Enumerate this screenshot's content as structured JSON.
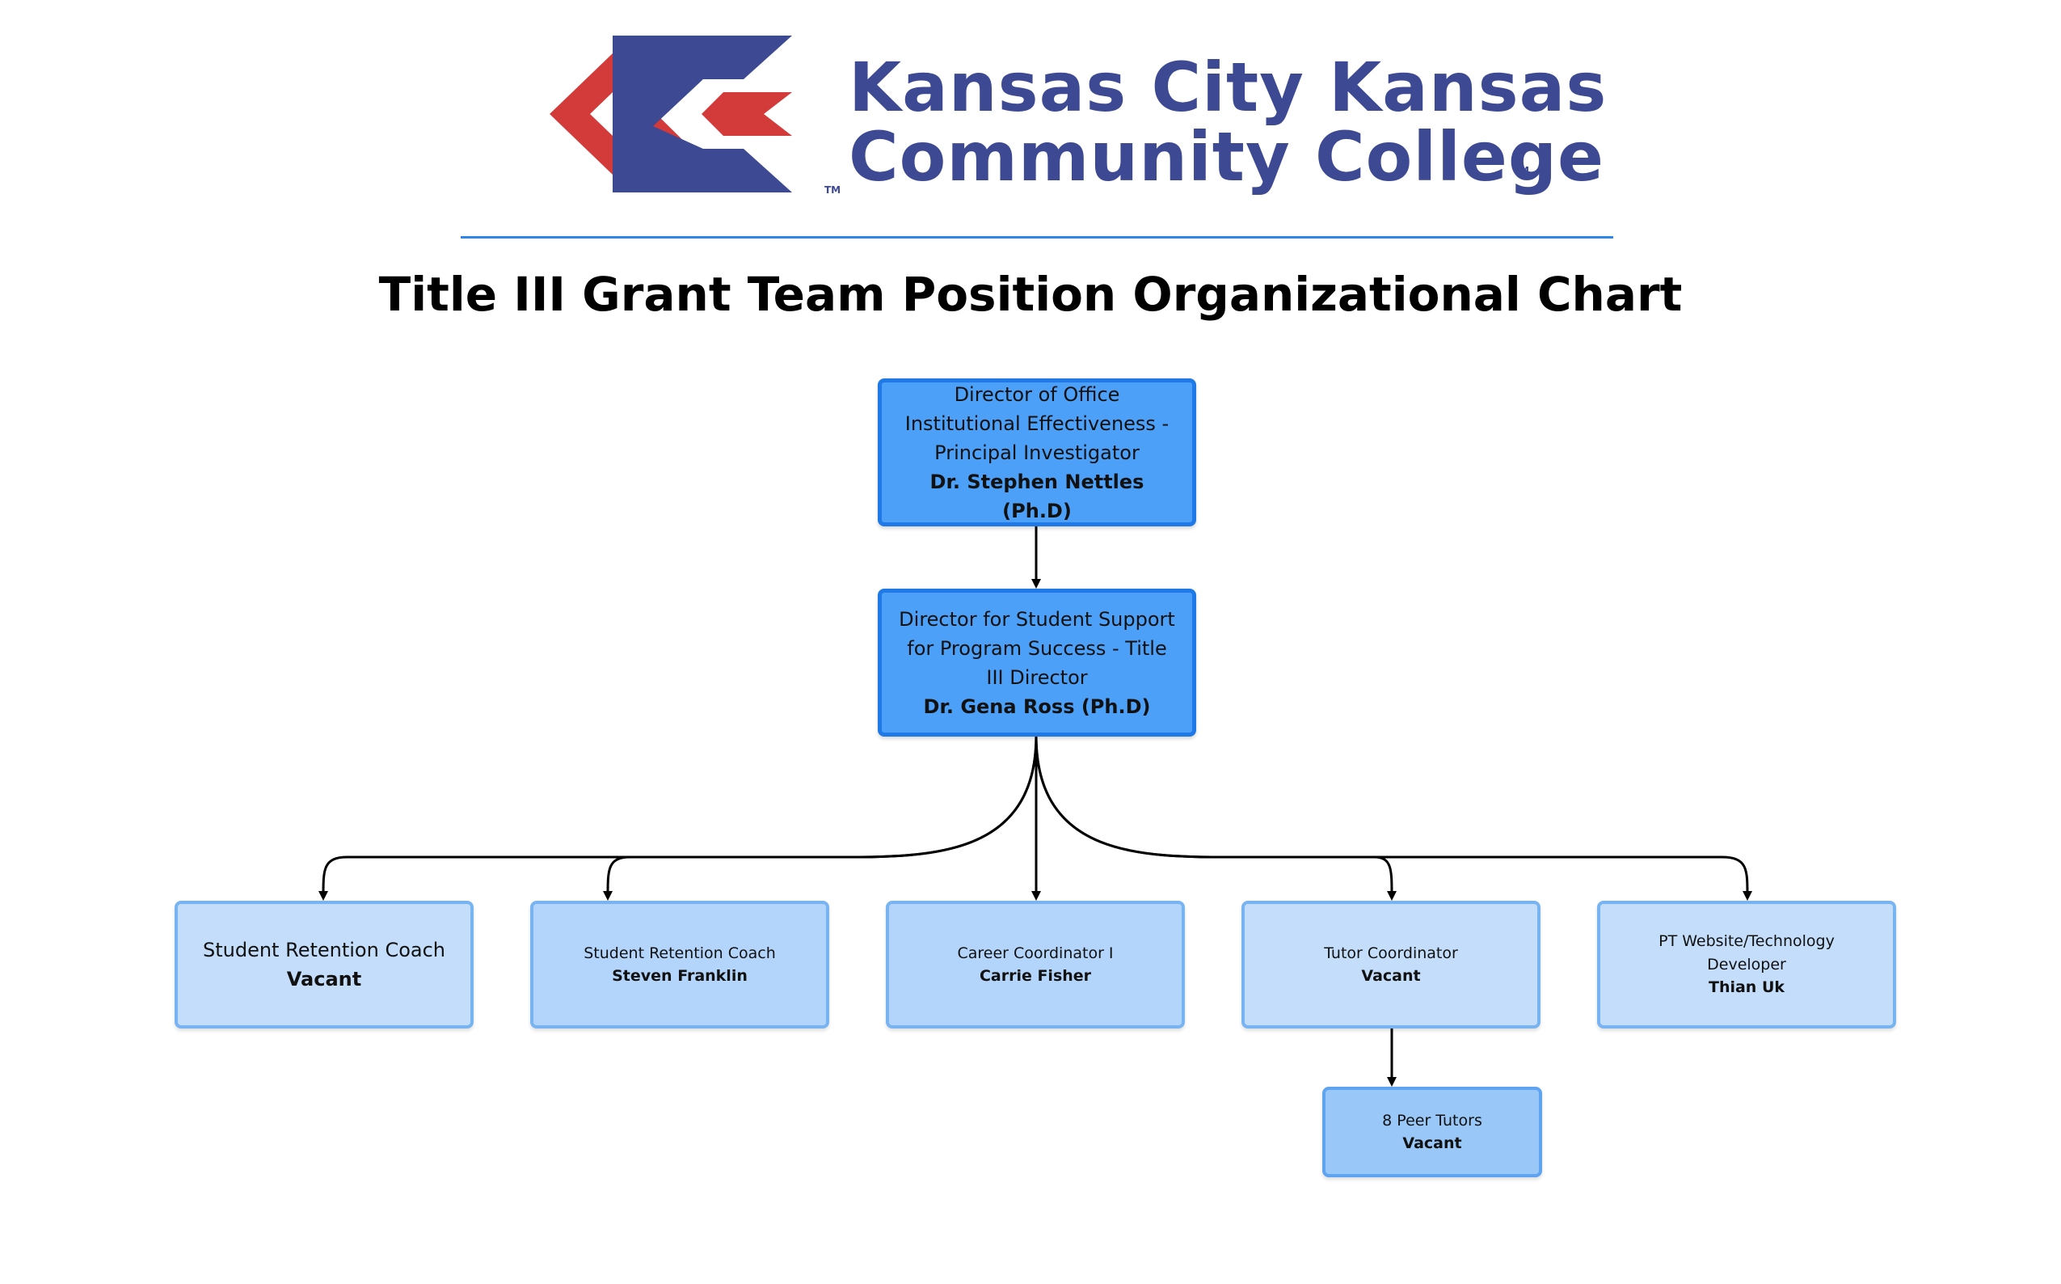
{
  "header": {
    "logo_line1": "Kansas City Kansas",
    "logo_line2": "Community College",
    "trademark": "TM",
    "title": "Title III Grant Team Position Organizational Chart"
  },
  "colors": {
    "logo_blue": "#3d4a93",
    "logo_red": "#d33a3a",
    "divider": "#2f86ea",
    "node_primary": "#4da0f7",
    "node_secondary": "#c3ddfb",
    "node_tertiary": "#98c7f8"
  },
  "org": {
    "pi": {
      "role": "Director of Office Institutional Effectiveness - Principal Investigator",
      "person": "Dr. Stephen Nettles (Ph.D)"
    },
    "director": {
      "role": "Director for Student Support for Program Success - Title III Director",
      "person": "Dr. Gena Ross (Ph.D)"
    },
    "staff": [
      {
        "role": "Student Retention Coach",
        "person": "Vacant"
      },
      {
        "role": "Student Retention Coach",
        "person": "Steven Franklin"
      },
      {
        "role": "Career Coordinator I",
        "person": "Carrie Fisher"
      },
      {
        "role": "Tutor Coordinator",
        "person": "Vacant"
      },
      {
        "role": "PT Website/Technology Developer",
        "person": "Thian Uk"
      }
    ],
    "peer_tutors": {
      "role": "8 Peer Tutors",
      "person": "Vacant"
    }
  }
}
